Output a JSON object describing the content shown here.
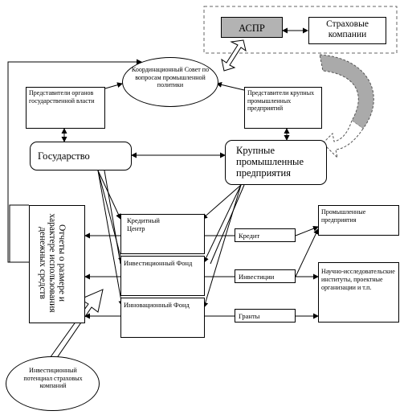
{
  "nodes": {
    "aspr": "АСПР",
    "insurers": "Страховые компании",
    "council": "Координационный Совет по вопросам промышленной политики",
    "gov_reps": "Представители органов государственной власти",
    "ind_reps": "Представители крупных промышленных предприятий",
    "state": "Государство",
    "big_ent": "Крупные промышленные предприятия",
    "report": "Отчеты о размере и характере использования денежных средств",
    "credit_center": "Кредитный Центр",
    "invest_fund": "Инвестиционный Фонд",
    "innov_fund": "Инновационный Фонд",
    "credit": "Кредит",
    "investments": "Инвестиции",
    "grants": "Гранты",
    "prom_ent": "Промышленные предприятия",
    "research": "Научно-исследовательские институты, проектные организации и т.п.",
    "potential": "Инвестиционный потенциал страховых компаний"
  }
}
